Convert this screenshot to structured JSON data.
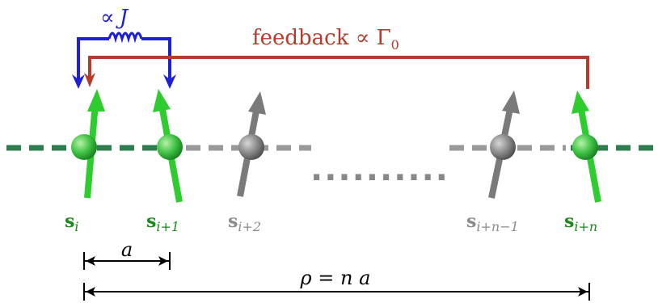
{
  "labels": {
    "coupling_symbol": "∝",
    "coupling_var": "J",
    "feedback_text": "feedback ∝ Γ",
    "feedback_sub": "0",
    "lattice_const": "a",
    "distance_lhs": "ρ = ",
    "distance_rhs": "n a",
    "ellipsis": "..........",
    "spin_base": "s",
    "spins": [
      {
        "sub": "i",
        "color": "green"
      },
      {
        "sub": "i+1",
        "color": "green"
      },
      {
        "sub": "i+2",
        "color": "gray"
      },
      {
        "sub": "i+n−1",
        "color": "gray"
      },
      {
        "sub": "i+n",
        "color": "green"
      }
    ]
  },
  "colors": {
    "spin_green": "#2ecc2e",
    "spin_green_dark": "#1f9e2a",
    "spin_gray": "#7a7a7a",
    "line_green": "#2e7d4f",
    "line_gray": "#999999",
    "coupling_blue": "#1f1fd6",
    "feedback_red": "#b83a2b",
    "label_green": "#1a8a1a",
    "label_gray": "#8c8c8c",
    "black": "#000000"
  }
}
